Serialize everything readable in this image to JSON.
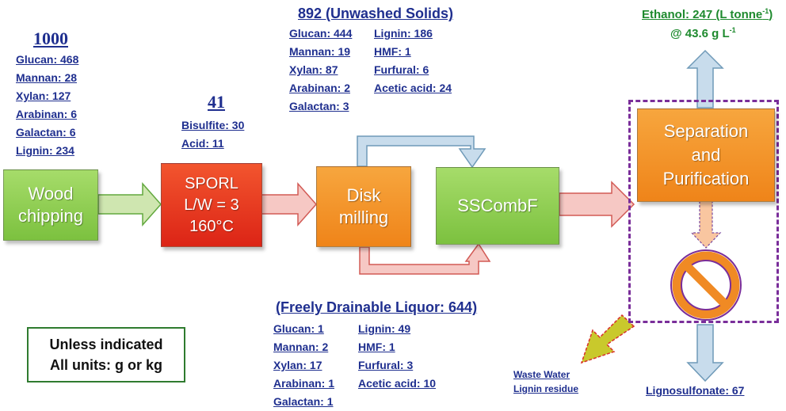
{
  "input": {
    "total": "1000",
    "items": [
      "Glucan: 468",
      "Mannan: 28",
      "Xylan: 127",
      "Arabinan: 6",
      "Galactan: 6",
      "Lignin: 234"
    ]
  },
  "chemicals": {
    "total": "41",
    "items": [
      "Bisulfite: 30",
      "Acid: 11"
    ]
  },
  "solids": {
    "title": "892 (Unwashed Solids)",
    "col1": [
      "Glucan: 444",
      "Mannan: 19",
      "Xylan: 87",
      "Arabinan: 2",
      "Galactan: 3"
    ],
    "col2": [
      "Lignin: 186",
      "HMF: 1",
      "Furfural: 6",
      "Acetic acid: 24"
    ]
  },
  "liquor": {
    "title": "(Freely Drainable Liquor: 644)",
    "col1": [
      "Glucan: 1",
      "Mannan: 2",
      "Xylan: 17",
      "Arabinan: 1",
      "Galactan: 1"
    ],
    "col2": [
      "Lignin: 49",
      "HMF: 1",
      "Furfural: 3",
      "Acetic acid: 10"
    ]
  },
  "boxes": {
    "wood": [
      "Wood",
      "chipping"
    ],
    "sporl": [
      "SPORL",
      "L/W = 3",
      "160°C"
    ],
    "disk": [
      "Disk",
      "milling"
    ],
    "sscomb": "SSCombF",
    "separation": [
      "Separation",
      "and",
      "Purification"
    ]
  },
  "outputs": {
    "ethanol_line1": "Ethanol: 247 (L tonne",
    "ethanol_sup1": "-1",
    "ethanol_close": ")",
    "ethanol_line2": "@ 43.6 g L",
    "ethanol_sup2": "-1",
    "waste_water": "Waste Water",
    "lignin_residue": "Lignin residue",
    "lignosulfonate": "Lignosulfonate: 67"
  },
  "note": [
    "Unless indicated",
    "All units:  g or kg"
  ],
  "colors": {
    "label_blue": "#1f2f8f",
    "box_green": "#8fd14f",
    "box_red": "#e8301c",
    "box_orange": "#f18a1d",
    "arrow_green": "#c6e0a4",
    "arrow_pink": "#f4b8b4",
    "arrow_blue": "#b7d2e6",
    "purple_dash": "#7a2e9a",
    "no_symbol": "#f08a24"
  }
}
